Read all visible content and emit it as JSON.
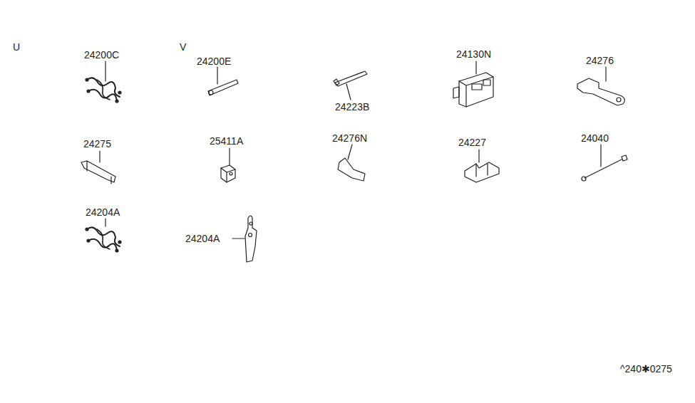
{
  "diagram": {
    "labels": [
      "U",
      "V",
      "24200C",
      "24200E",
      "24223B",
      "24130N",
      "24276",
      "24275",
      "25411A",
      "24276N",
      "24227",
      "24040",
      "24204A",
      "24204A",
      "^240✱0275"
    ]
  }
}
